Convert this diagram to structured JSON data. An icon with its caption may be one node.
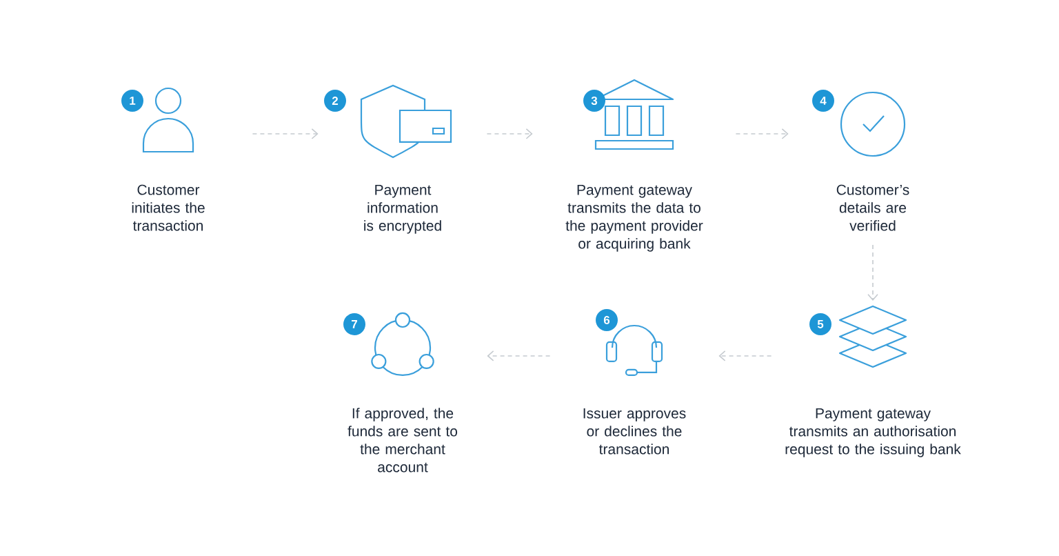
{
  "diagram": {
    "nodes": [
      {
        "text": [
          "Customer initiates the transaction"
        ]
      },
      {
        "text": [
          "Payment information is encrypted"
        ]
      },
      {
        "text": [
          "Payment gateway transmits the data to the payment provider or acquiring bank"
        ]
      },
      {
        "text": [
          "Customer’s details are verified"
        ]
      },
      {
        "text": [
          "Payment gateway transmits an authorisation request to the issuing bank"
        ]
      },
      {
        "text": [
          "Issuer approves or declines the transaction"
        ]
      },
      {
        "text": [
          "If approved, the funds are sent to the merchant account"
        ]
      }
    ],
    "labels": [
      "1",
      "2",
      "3",
      "4",
      "5",
      "6",
      "7"
    ],
    "edges": [
      {
        "from": 0,
        "to": 1,
        "arrow": "to"
      },
      {
        "from": 1,
        "to": 2,
        "arrow": "to"
      },
      {
        "from": 2,
        "to": 3,
        "arrow": "to"
      },
      {
        "from": 3,
        "to": 4,
        "arrow": "to"
      },
      {
        "from": 4,
        "to": 5,
        "arrow": "to"
      },
      {
        "from": 5,
        "to": 6,
        "arrow": "to"
      }
    ]
  }
}
